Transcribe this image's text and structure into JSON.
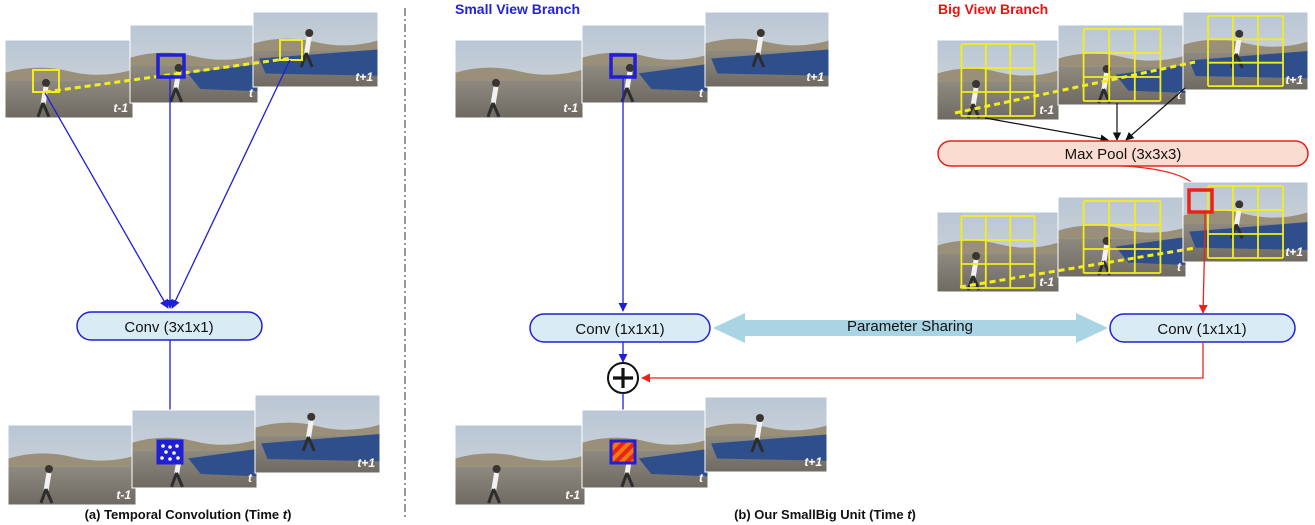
{
  "left_panel": {
    "frame_labels": [
      "t-1",
      "t",
      "t+1"
    ],
    "conv_label": "Conv (3x1x1)",
    "caption_prefix": "(a) Temporal Convolution (Time ",
    "caption_var": "t",
    "caption_suffix": ")"
  },
  "right_panel": {
    "small_branch_title": "Small View Branch",
    "big_branch_title": "Big View Branch",
    "frame_labels": [
      "t-1",
      "t",
      "t+1"
    ],
    "small_conv_label": "Conv (1x1x1)",
    "big_conv_label": "Conv (1x1x1)",
    "maxpool_label": "Max Pool (3x3x3)",
    "sharing_label": "Parameter Sharing",
    "sum_symbol": "+",
    "caption_prefix": "(b) Our SmallBig Unit (Time ",
    "caption_var": "t",
    "caption_suffix": ")"
  },
  "colors": {
    "blue": "#1f1fd6",
    "red": "#e8231c",
    "yellow": "#f2ee1c",
    "box_fill": "#d9ecf5",
    "pool_fill": "#fbdcd0",
    "sharing_arrow": "#a9d4e3",
    "small_title": "#2222dd",
    "big_title": "#ee1111"
  }
}
